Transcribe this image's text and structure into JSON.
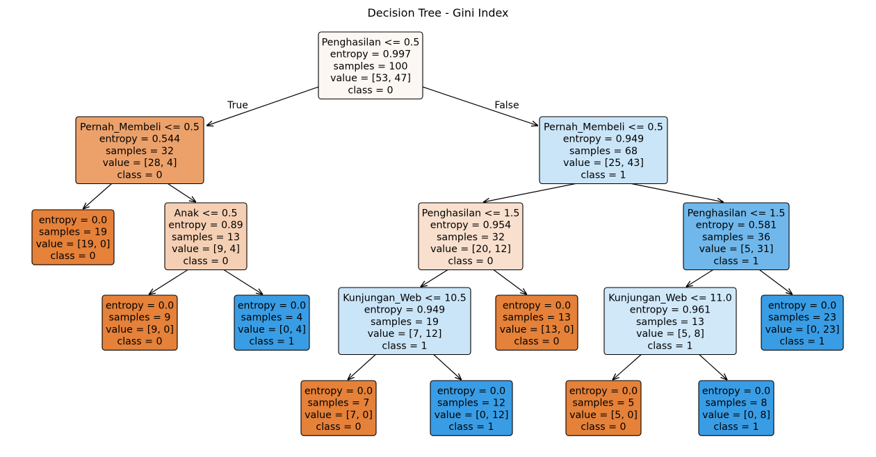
{
  "title": "Decision Tree - Gini Index",
  "colors": {
    "class0": "#e58139",
    "class1": "#399de5"
  },
  "nodes": [
    {
      "id": "n0",
      "lines": [
        "Penghasilan <= 0.5",
        "entropy = 0.997",
        "samples = 100",
        "value = [53, 47]",
        "class = 0"
      ],
      "value": [
        53,
        47
      ],
      "class": "0"
    },
    {
      "id": "n1",
      "lines": [
        "Pernah_Membeli <= 0.5",
        "entropy = 0.544",
        "samples = 32",
        "value = [28, 4]",
        "class = 0"
      ],
      "value": [
        28,
        4
      ],
      "class": "0"
    },
    {
      "id": "n2",
      "lines": [
        "entropy = 0.0",
        "samples = 19",
        "value = [19, 0]",
        "class = 0"
      ],
      "value": [
        19,
        0
      ],
      "class": "0"
    },
    {
      "id": "n3",
      "lines": [
        "Anak <= 0.5",
        "entropy = 0.89",
        "samples = 13",
        "value = [9, 4]",
        "class = 0"
      ],
      "value": [
        9,
        4
      ],
      "class": "0"
    },
    {
      "id": "n4",
      "lines": [
        "entropy = 0.0",
        "samples = 9",
        "value = [9, 0]",
        "class = 0"
      ],
      "value": [
        9,
        0
      ],
      "class": "0"
    },
    {
      "id": "n5",
      "lines": [
        "entropy = 0.0",
        "samples = 4",
        "value = [0, 4]",
        "class = 1"
      ],
      "value": [
        0,
        4
      ],
      "class": "1"
    },
    {
      "id": "n6",
      "lines": [
        "Pernah_Membeli <= 0.5",
        "entropy = 0.949",
        "samples = 68",
        "value = [25, 43]",
        "class = 1"
      ],
      "value": [
        25,
        43
      ],
      "class": "1"
    },
    {
      "id": "n7",
      "lines": [
        "Penghasilan <= 1.5",
        "entropy = 0.954",
        "samples = 32",
        "value = [20, 12]",
        "class = 0"
      ],
      "value": [
        20,
        12
      ],
      "class": "0"
    },
    {
      "id": "n8",
      "lines": [
        "Kunjungan_Web <= 10.5",
        "entropy = 0.949",
        "samples = 19",
        "value = [7, 12]",
        "class = 1"
      ],
      "value": [
        7,
        12
      ],
      "class": "1"
    },
    {
      "id": "n9",
      "lines": [
        "entropy = 0.0",
        "samples = 7",
        "value = [7, 0]",
        "class = 0"
      ],
      "value": [
        7,
        0
      ],
      "class": "0"
    },
    {
      "id": "n10",
      "lines": [
        "entropy = 0.0",
        "samples = 12",
        "value = [0, 12]",
        "class = 1"
      ],
      "value": [
        0,
        12
      ],
      "class": "1"
    },
    {
      "id": "n11",
      "lines": [
        "entropy = 0.0",
        "samples = 13",
        "value = [13, 0]",
        "class = 0"
      ],
      "value": [
        13,
        0
      ],
      "class": "0"
    },
    {
      "id": "n12",
      "lines": [
        "Penghasilan <= 1.5",
        "entropy = 0.581",
        "samples = 36",
        "value = [5, 31]",
        "class = 1"
      ],
      "value": [
        5,
        31
      ],
      "class": "1"
    },
    {
      "id": "n13",
      "lines": [
        "Kunjungan_Web <= 11.0",
        "entropy = 0.961",
        "samples = 13",
        "value = [5, 8]",
        "class = 1"
      ],
      "value": [
        5,
        8
      ],
      "class": "1"
    },
    {
      "id": "n14",
      "lines": [
        "entropy = 0.0",
        "samples = 5",
        "value = [5, 0]",
        "class = 0"
      ],
      "value": [
        5,
        0
      ],
      "class": "0"
    },
    {
      "id": "n15",
      "lines": [
        "entropy = 0.0",
        "samples = 8",
        "value = [0, 8]",
        "class = 1"
      ],
      "value": [
        0,
        8
      ],
      "class": "1"
    },
    {
      "id": "n16",
      "lines": [
        "entropy = 0.0",
        "samples = 23",
        "value = [0, 23]",
        "class = 1"
      ],
      "value": [
        0,
        23
      ],
      "class": "1"
    }
  ],
  "edges": [
    {
      "from": "n0",
      "to": "n1",
      "label": "True"
    },
    {
      "from": "n0",
      "to": "n6",
      "label": "False"
    },
    {
      "from": "n1",
      "to": "n2"
    },
    {
      "from": "n1",
      "to": "n3"
    },
    {
      "from": "n3",
      "to": "n4"
    },
    {
      "from": "n3",
      "to": "n5"
    },
    {
      "from": "n6",
      "to": "n7"
    },
    {
      "from": "n6",
      "to": "n12"
    },
    {
      "from": "n7",
      "to": "n8"
    },
    {
      "from": "n7",
      "to": "n11"
    },
    {
      "from": "n8",
      "to": "n9"
    },
    {
      "from": "n8",
      "to": "n10"
    },
    {
      "from": "n12",
      "to": "n13"
    },
    {
      "from": "n12",
      "to": "n16"
    },
    {
      "from": "n13",
      "to": "n14"
    },
    {
      "from": "n13",
      "to": "n15"
    }
  ]
}
